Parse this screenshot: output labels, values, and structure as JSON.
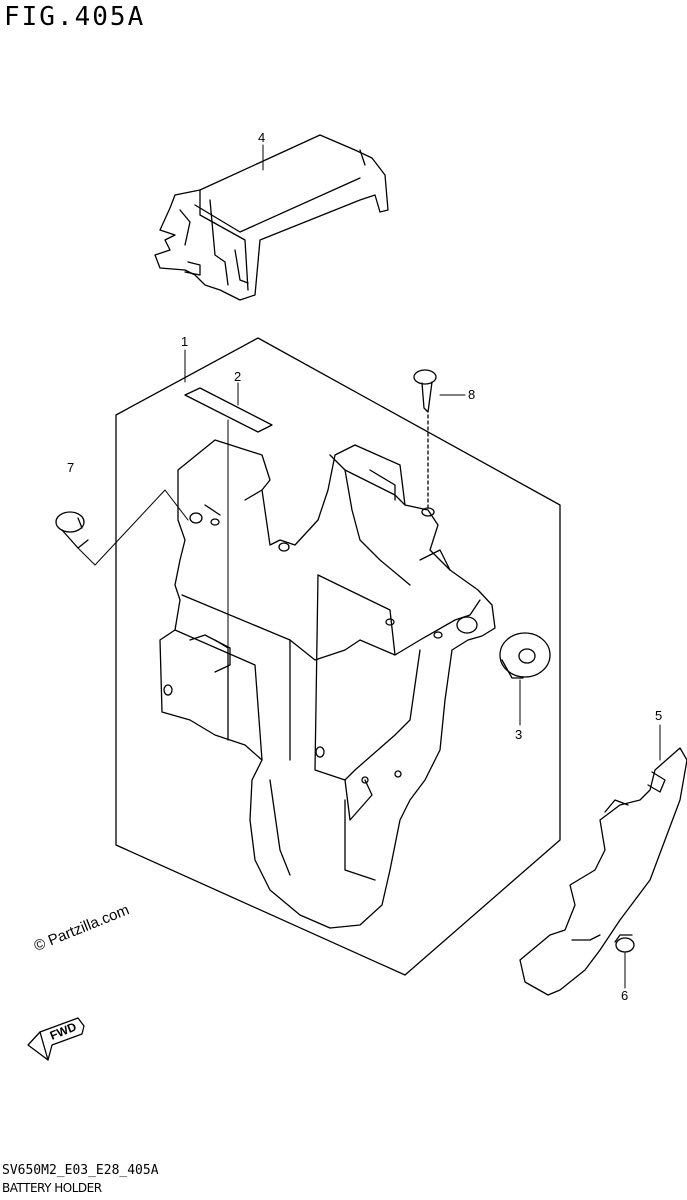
{
  "figure": {
    "title": "FIG.405A",
    "footer_code": "SV650M2_E03_E28_405A",
    "footer_name": "BATTERY HOLDER",
    "watermark": "© Partzilla.com",
    "fwd_label": "FWD"
  },
  "callouts": {
    "c1": "1",
    "c2": "2",
    "c3": "3",
    "c4": "4",
    "c5": "5",
    "c6": "6",
    "c7": "7",
    "c8": "8"
  }
}
